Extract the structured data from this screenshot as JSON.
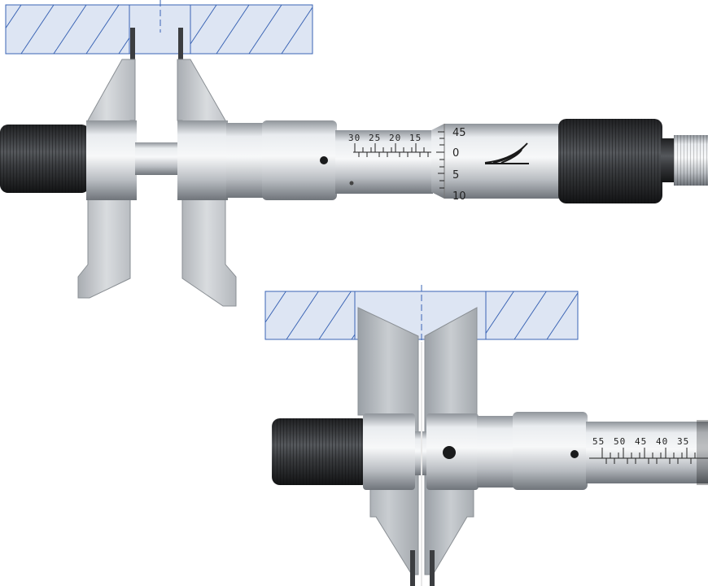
{
  "image": {
    "subject": "inside micrometers with measuring jaws",
    "background_color": "#ffffff",
    "hatch_fill_color": "#dde5f3",
    "hatch_line_color": "#3a64b4"
  },
  "micrometer_top": {
    "sleeve_scale_labels": [
      "30",
      "25",
      "20",
      "15"
    ],
    "thimble_labels": [
      "45",
      "0",
      "5",
      "10"
    ]
  },
  "micrometer_bottom": {
    "sleeve_scale_labels": [
      "55",
      "50",
      "45",
      "40",
      "35"
    ]
  }
}
